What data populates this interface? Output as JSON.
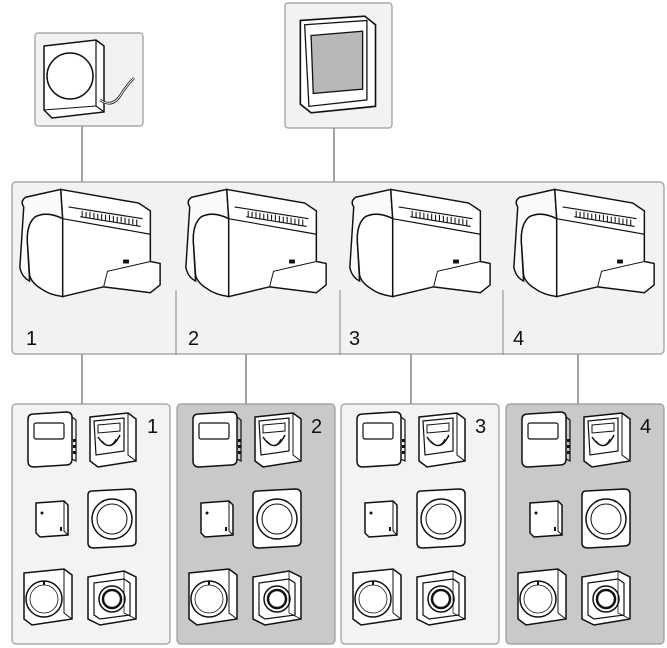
{
  "controller_group": {
    "units": [
      {
        "label": "1"
      },
      {
        "label": "2"
      },
      {
        "label": "3"
      },
      {
        "label": "4"
      }
    ]
  },
  "room_groups": [
    {
      "label": "1",
      "shade": "#f3f3f3"
    },
    {
      "label": "2",
      "shade": "#c9c9c9"
    },
    {
      "label": "3",
      "shade": "#f3f3f3"
    },
    {
      "label": "4",
      "shade": "#c9c9c9"
    }
  ],
  "devices": {
    "top_left": "sensor-with-wire-icon",
    "top_center": "touchscreen-display-icon",
    "controller": "controller-unit-icon",
    "room_devices": [
      "digital-thermostat-icon",
      "programmable-thermostat-icon",
      "small-sensor-icon",
      "round-dial-thermostat-icon",
      "dial-thermostat-icon",
      "flush-mount-thermostat-icon"
    ]
  },
  "colors": {
    "frame_stroke": "#9a9a9a",
    "frame_fill": "#f2f2f2",
    "line": "#666666",
    "ink": "#111111"
  }
}
